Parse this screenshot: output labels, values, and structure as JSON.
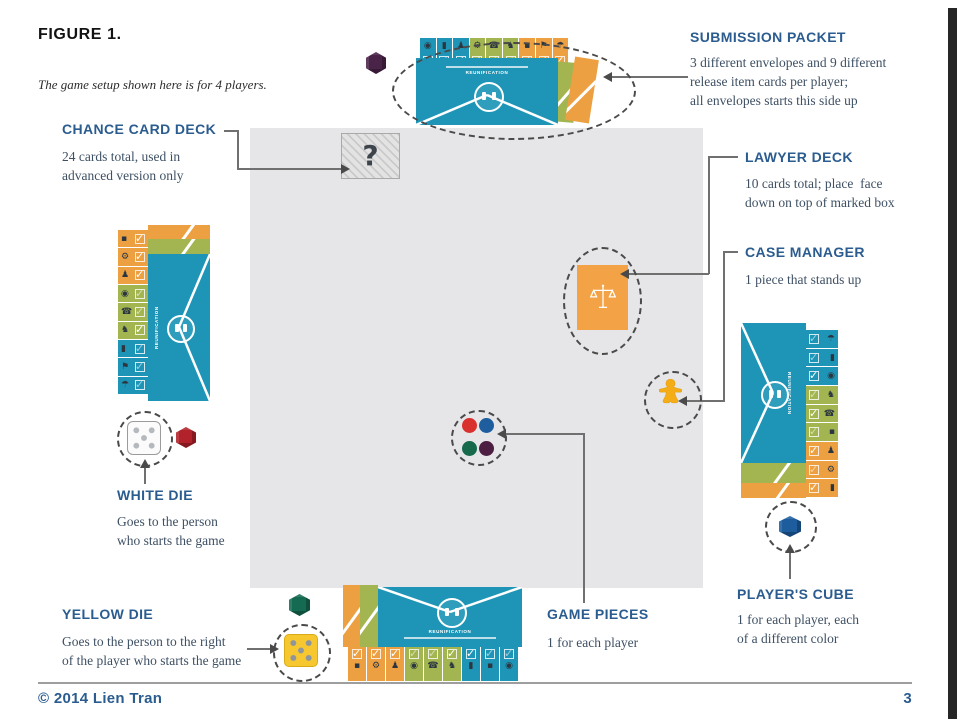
{
  "page": {
    "figure_title": "FIGURE 1.",
    "subtitle": "The game setup shown here is for 4 players.",
    "copyright": "© 2014 Lien Tran",
    "page_number": "3"
  },
  "labels": {
    "submission_packet": {
      "title": "SUBMISSION PACKET",
      "lines": [
        "3 different envelopes and 9 different",
        "release item cards per player;",
        "all envelopes starts this side up"
      ]
    },
    "chance_card_deck": {
      "title": "CHANCE CARD DECK",
      "lines": [
        "24 cards total, used in",
        "advanced version only"
      ]
    },
    "lawyer_deck": {
      "title": "LAWYER DECK",
      "lines": [
        "10 cards total; place  face",
        "down on top of marked box"
      ]
    },
    "case_manager": {
      "title": "CASE MANAGER",
      "lines": [
        "1 piece that stands up"
      ]
    },
    "white_die": {
      "title": "WHITE DIE",
      "lines": [
        "Goes to the person",
        "who starts the game"
      ]
    },
    "yellow_die": {
      "title": "YELLOW DIE",
      "lines": [
        "Goes to the person to the right",
        "of the player who starts the game"
      ]
    },
    "game_pieces": {
      "title": "GAME PIECES",
      "lines": [
        "1 for each player"
      ]
    },
    "players_cube": {
      "title": "PLAYER'S CUBE",
      "lines": [
        "1 for each player, each",
        "of a different color"
      ]
    }
  },
  "board": {
    "chance_symbol": "?"
  },
  "envelope": {
    "title": "REUNIFICATION"
  },
  "glyphs": {
    "check": "✓"
  },
  "mats": {
    "top": {
      "colors": [
        "teal",
        "teal",
        "teal",
        "olive",
        "olive",
        "olive",
        "orange",
        "orange",
        "orange"
      ],
      "icons": [
        "◉",
        "▮",
        "♟",
        "⚙",
        "☎",
        "♞",
        "▪",
        "⚑",
        "☂"
      ],
      "checks": [
        "outline",
        "outline",
        "solid",
        "solid",
        "outline",
        "outline",
        "solid",
        "solid",
        "solid"
      ]
    },
    "left": {
      "colors": [
        "orange",
        "orange",
        "orange",
        "olive",
        "olive",
        "olive",
        "teal",
        "teal",
        "teal"
      ],
      "icons": [
        "▪",
        "⚙",
        "♟",
        "◉",
        "☎",
        "♞",
        "▮",
        "⚑",
        "☂"
      ],
      "checks": [
        "solid",
        "solid",
        "solid",
        "outline",
        "outline",
        "solid",
        "outline",
        "outline",
        "outline"
      ]
    },
    "right": {
      "colors": [
        "teal",
        "teal",
        "teal",
        "olive",
        "olive",
        "olive",
        "orange",
        "orange",
        "orange"
      ],
      "icons": [
        "☂",
        "▮",
        "◉",
        "♞",
        "☎",
        "▪",
        "♟",
        "⚙",
        "▮"
      ],
      "checks": [
        "outline",
        "outline",
        "solid",
        "outline",
        "solid",
        "outline",
        "solid",
        "outline",
        "solid"
      ]
    },
    "bottom": {
      "colors": [
        "orange",
        "orange",
        "orange",
        "olive",
        "olive",
        "olive",
        "teal",
        "teal",
        "teal"
      ],
      "icons": [
        "▪",
        "⚙",
        "♟",
        "◉",
        "☎",
        "♞",
        "▮",
        "▪",
        "◉"
      ],
      "checks": [
        "solid",
        "solid",
        "solid",
        "outline",
        "outline",
        "solid",
        "solid",
        "outline",
        "outline"
      ]
    }
  },
  "colors": {
    "heading_blue": "#2b5c8f",
    "body_text": "#3e5064",
    "teal": "#1e95b7",
    "olive": "#a2b551",
    "orange": "#eca042",
    "board_gray": "#e6e6e8",
    "meeple": "#f4ad17",
    "die_yellow": "#f6c72f",
    "hex_red": "#b2222a",
    "hex_green": "#156b52",
    "hex_purple": "#4a2349",
    "cube_blue": "#1d5d9e",
    "dot_red": "#d8312e",
    "dot_blue": "#1f5e9e",
    "dot_green": "#17694c",
    "dot_plum": "#4c1f42"
  }
}
